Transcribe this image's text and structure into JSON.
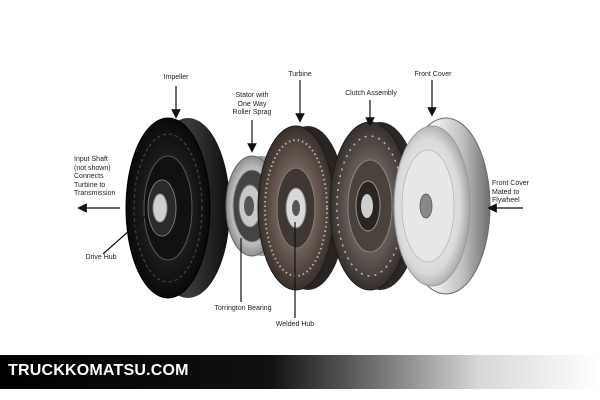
{
  "labels": {
    "impeller": "Impeller",
    "stator": "Stator with\nOne  Way\nRoller Sprag",
    "turbine": "Turbine",
    "clutch_assembly": "Clutch Assembly",
    "front_cover": "Front Cover",
    "input_shaft": "Input Shaft\n(not shown)\nConnects\nTurbine to\nTransmission",
    "front_cover_mated": "Front Cover\nMated to\nFlywheel",
    "drive_hub": "Drive Hub",
    "torrington_bearing": "Torrington Bearing",
    "welded_hub": "Welded Hub"
  },
  "banner": {
    "text": "TRUCKKOMATSU.COM"
  }
}
